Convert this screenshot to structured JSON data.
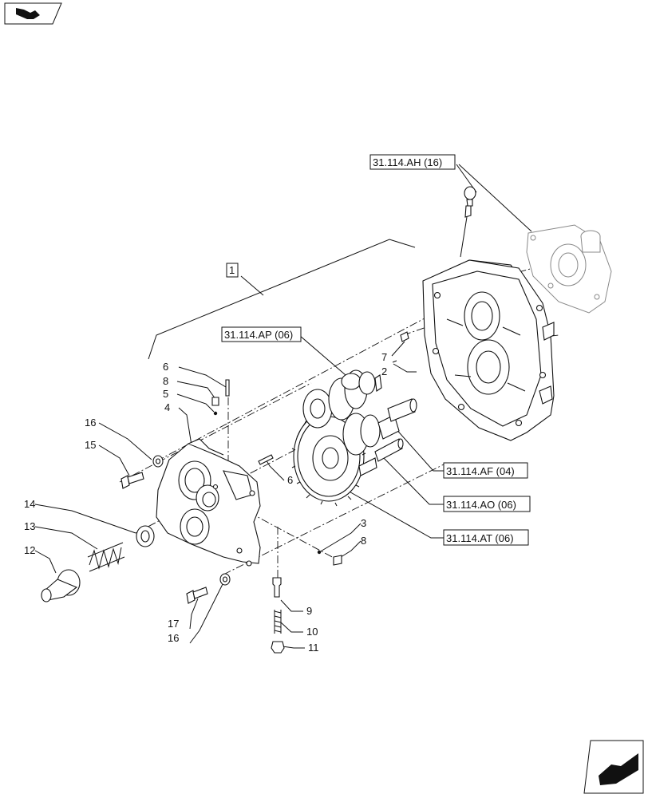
{
  "references": {
    "ah": "31.114.AH (16)",
    "ap": "31.114.AP (06)",
    "af": "31.114.AF (04)",
    "ao": "31.114.AO (06)",
    "at": "31.114.AT (06)",
    "group": "1"
  },
  "callouts": {
    "c2": "2",
    "c3": "3",
    "c4": "4",
    "c5": "5",
    "c6a": "6",
    "c6b": "6",
    "c7": "7",
    "c8a": "8",
    "c8b": "8",
    "c9": "9",
    "c10": "10",
    "c11": "11",
    "c12": "12",
    "c13": "13",
    "c14": "14",
    "c15": "15",
    "c16a": "16",
    "c16b": "16",
    "c17": "17"
  },
  "icons": {
    "top_left": "forward-arrow-icon",
    "bottom_right": "back-arrow-icon"
  }
}
